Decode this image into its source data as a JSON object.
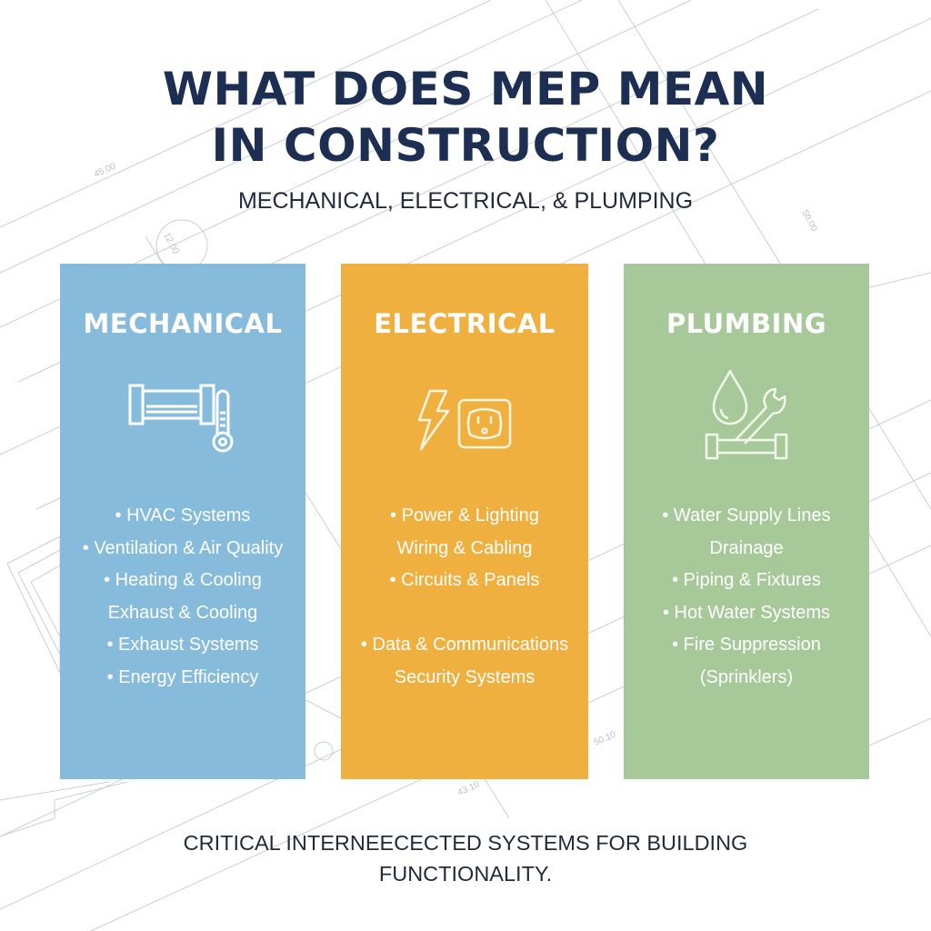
{
  "header": {
    "title_line1": "WHAT DOES MEP MEAN",
    "title_line2": "IN CONSTRUCTION?",
    "subtitle": "MECHANICAL, ELECTRICAL, & PLUMPING",
    "title_color": "#1c2e52"
  },
  "cards": [
    {
      "key": "mechanical",
      "title": "MECHANICAL",
      "color": "#86bbdc",
      "icons": [
        "radiator-icon",
        "thermometer-icon"
      ],
      "items": [
        "• HVAC Systems",
        "• Ventilation & Air Quality",
        "• Heating & Cooling",
        "Exhaust & Cooling",
        "• Exhaust Systems",
        "• Energy Efficiency"
      ]
    },
    {
      "key": "electrical",
      "title": "ELECTRICAL",
      "color": "#efb03f",
      "icons": [
        "lightning-bolt-icon",
        "power-outlet-icon"
      ],
      "items": [
        "• Power & Lighting",
        "Wiring & Cabling",
        "• Circuits & Panels",
        "",
        "• Data & Communications",
        "Security Systems"
      ]
    },
    {
      "key": "plumbing",
      "title": "PLUMBING",
      "color": "#a7c99a",
      "icons": [
        "water-drop-icon",
        "wrench-icon",
        "pipe-icon"
      ],
      "items": [
        "• Water Supply Lines",
        "Drainage",
        "• Piping & Fixtures",
        "• Hot Water Systems",
        "• Fire Suppression",
        "(Sprinklers)"
      ]
    }
  ],
  "footer": {
    "line1": "CRITICAL INTERNEECECTED SYSTEMS FOR BUILDING",
    "line2": "FUNCTIONALITY."
  },
  "background": {
    "dimension_labels": [
      "45.00",
      "12.00",
      "50.00",
      "43.10",
      "50.10"
    ]
  }
}
